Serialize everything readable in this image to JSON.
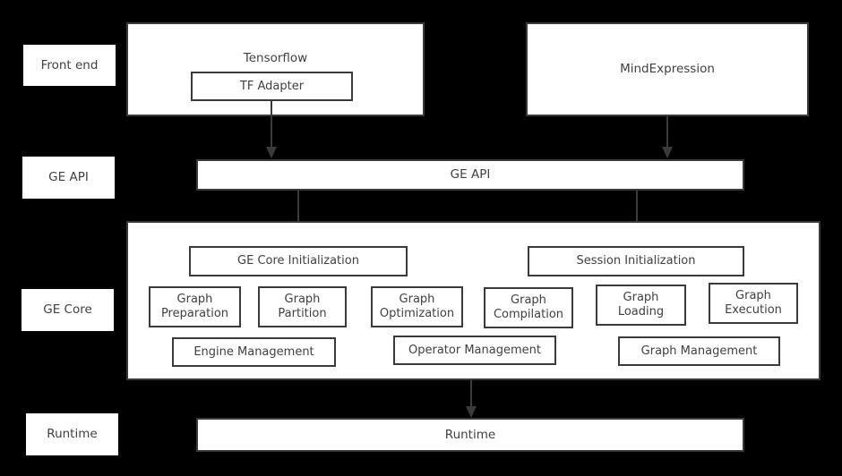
{
  "diagram": {
    "background_color": "#000000",
    "box_fill_color": "#ffffff",
    "line_color": "#3a3a3a",
    "text_color": "#404040"
  },
  "layer_tags": [
    {
      "label": "Front end"
    },
    {
      "label": "GE API"
    },
    {
      "label": "GE Core"
    },
    {
      "label": "Runtime"
    }
  ],
  "frontend": {
    "tensorflow": {
      "title": "Tensorflow",
      "adapter": "TF Adapter"
    },
    "mindexpression": {
      "title": "MindExpression"
    }
  },
  "ge_api": {
    "label": "GE API"
  },
  "ge_core": {
    "initialization": [
      {
        "label": "GE Core Initialization"
      },
      {
        "label": "Session Initialization"
      }
    ],
    "modules": [
      {
        "label": "Graph\nPreparation"
      },
      {
        "label": "Graph\nPartition"
      },
      {
        "label": "Graph\nOptimization"
      },
      {
        "label": "Graph\nCompilation"
      },
      {
        "label": "Graph\nLoading"
      },
      {
        "label": "Graph\nExecution"
      }
    ],
    "management": [
      {
        "label": "Engine Management"
      },
      {
        "label": "Operator Management"
      },
      {
        "label": "Graph Management"
      }
    ]
  },
  "runtime": {
    "label": "Runtime"
  }
}
